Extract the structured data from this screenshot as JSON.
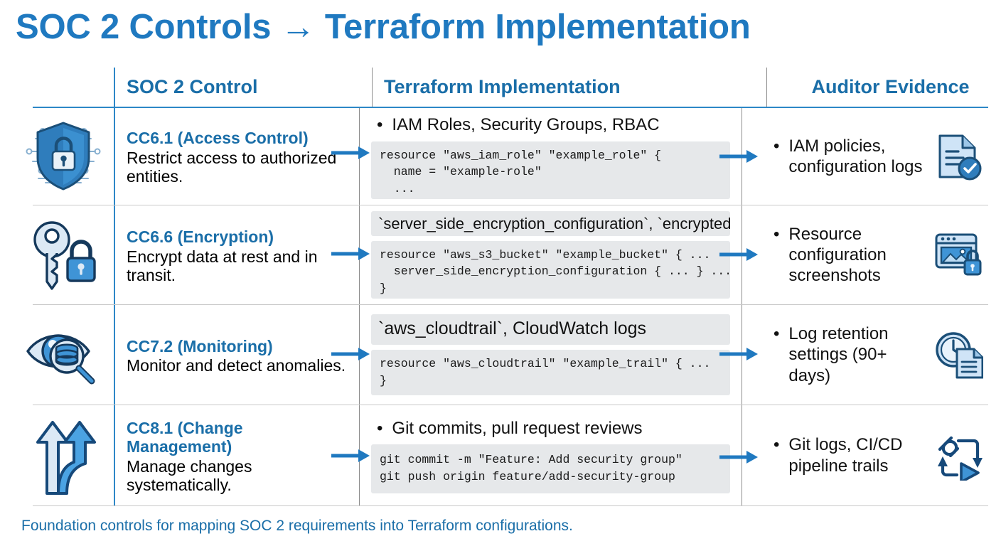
{
  "title": "SOC 2 Controls → Terraform Implementation",
  "footer": "Foundation controls for mapping SOC 2 requirements into Terraform configurations.",
  "colors": {
    "accent_blue": "#1f79c0",
    "header_blue": "#1a6ea8",
    "rule_blue": "#2d87c7",
    "code_bg": "#e6e8ea",
    "row_rule": "#c9c9c9"
  },
  "headers": {
    "control": "SOC 2 Control",
    "terraform": "Terraform Implementation",
    "evidence": "Auditor Evidence"
  },
  "rows": [
    {
      "icon": "shield-lock-icon",
      "control_name": "CC6.1 (Access Control)",
      "control_desc": "Restrict access to authorized entities.",
      "bullet": "IAM Roles, Security Groups, RBAC",
      "inline_code": "",
      "code": "resource \"aws_iam_role\" \"example_role\" {\n  name = \"example-role\"\n  ...\n}",
      "evidence_text": "IAM policies, configuration logs",
      "evidence_icon": "document-check-icon"
    },
    {
      "icon": "key-lock-icon",
      "control_name": "CC6.6 (Encryption)",
      "control_desc": "Encrypt data at rest and in transit.",
      "bullet": "",
      "inline_code": "`server_side_encryption_configuration`, `encrypted = true",
      "code": "resource \"aws_s3_bucket\" \"example_bucket\" { ...\n  server_side_encryption_configuration { ... } ...\n}",
      "evidence_text": "Resource configuration screenshots",
      "evidence_icon": "screenshot-lock-icon"
    },
    {
      "icon": "eye-database-search-icon",
      "control_name": "CC7.2 (Monitoring)",
      "control_desc": "Monitor and detect anomalies.",
      "bullet": "",
      "inline_code": "`aws_cloudtrail`, CloudWatch logs",
      "code": "resource \"aws_cloudtrail\" \"example_trail\" { ...\n}",
      "evidence_text": "Log retention settings (90+ days)",
      "evidence_icon": "clock-document-icon"
    },
    {
      "icon": "branching-arrows-icon",
      "control_name": "CC8.1 (Change Management)",
      "control_desc": "Manage changes systematically.",
      "bullet": "Git commits, pull request reviews",
      "inline_code": "",
      "code": "git commit -m \"Feature: Add security group\"\ngit push origin feature/add-security-group",
      "evidence_text": "Git logs, CI/CD pipeline trails",
      "evidence_icon": "link-cicd-loop-icon"
    }
  ]
}
